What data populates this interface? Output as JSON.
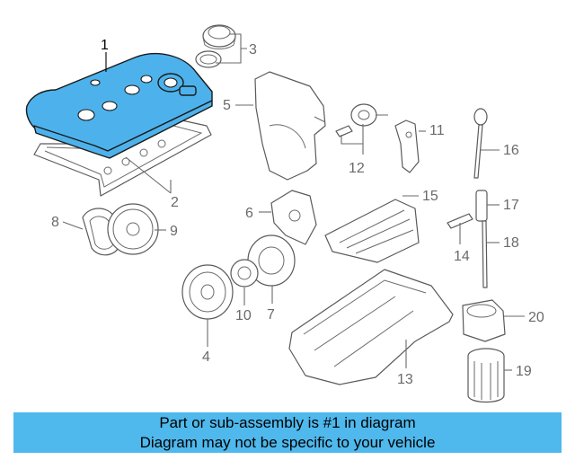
{
  "diagram": {
    "callouts": {
      "c1": "1",
      "c2": "2",
      "c3": "3",
      "c4": "4",
      "c5": "5",
      "c6": "6",
      "c7": "7",
      "c8": "8",
      "c9": "9",
      "c10": "10",
      "c11": "11",
      "c12": "12",
      "c13": "13",
      "c14": "14",
      "c15": "15",
      "c16": "16",
      "c17": "17",
      "c18": "18",
      "c19": "19",
      "c20": "20"
    },
    "highlight_color": "#4db2ec"
  },
  "banner": {
    "line1": "Part or sub-assembly is #1 in diagram",
    "line2": "Diagram may not be specific to your vehicle",
    "color": "#4fb8ec"
  }
}
